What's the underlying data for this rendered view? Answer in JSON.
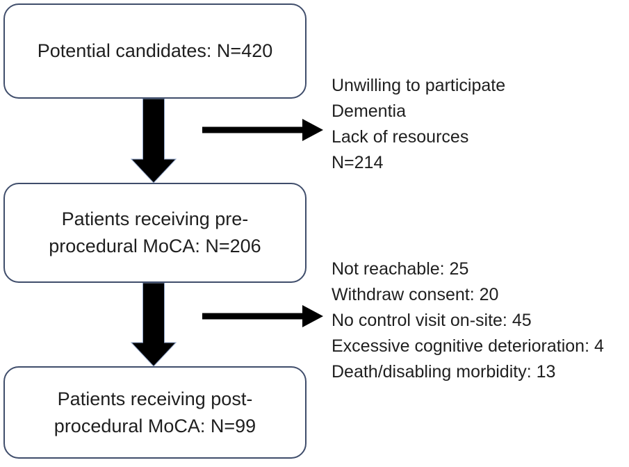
{
  "diagram": {
    "type": "flowchart",
    "boxes": [
      {
        "name": "potential-candidates",
        "lines": [
          "Potential candidates: N=420"
        ]
      },
      {
        "name": "pre-procedural-moca",
        "lines": [
          "Patients receiving pre-",
          "procedural MoCA: N=206"
        ]
      },
      {
        "name": "post-procedural-moca",
        "lines": [
          "Patients receiving post-",
          "procedural MoCA: N=99"
        ]
      }
    ],
    "exclusions": [
      {
        "name": "exclusions-after-screening",
        "lines": [
          "Unwilling to participate",
          "Dementia",
          "Lack of resources",
          "N=214"
        ]
      },
      {
        "name": "exclusions-after-pre-moca",
        "lines": [
          "Not reachable: 25",
          "Withdraw consent: 20",
          "No control visit on-site: 45",
          "Excessive cognitive deterioration: 4",
          "Death/disabling morbidity: 13"
        ]
      }
    ],
    "colors": {
      "box_border": "#3f4d6b",
      "arrow_fill": "#000000",
      "text": "#1f1f1f",
      "background": "#ffffff"
    }
  }
}
